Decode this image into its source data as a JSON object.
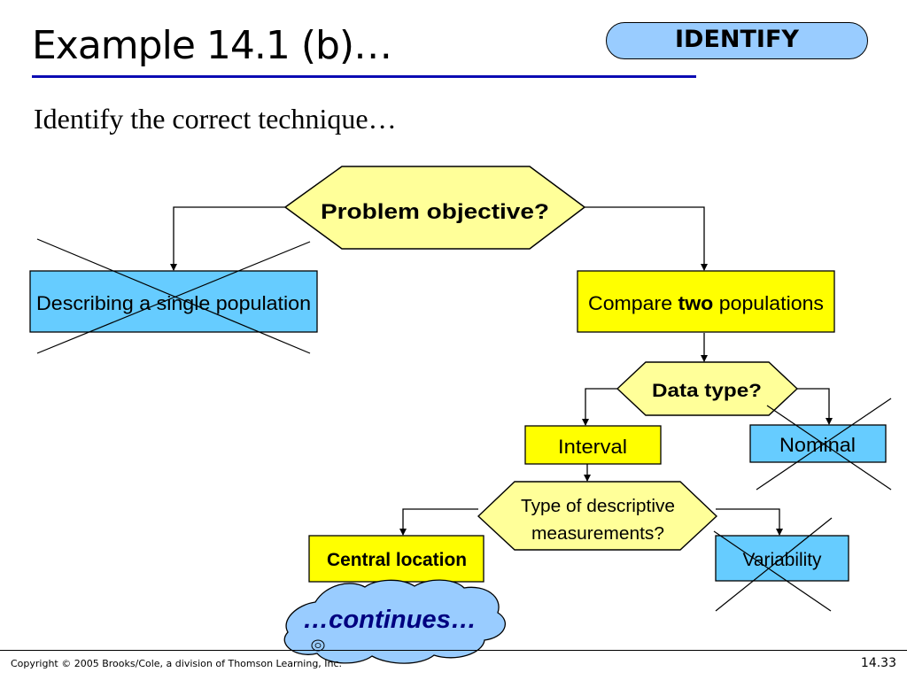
{
  "slide": {
    "title": "Example 14.1 (b)…",
    "badge": "IDENTIFY",
    "subtitle": "Identify the correct technique…"
  },
  "flowchart": {
    "problem_objective": "Problem objective?",
    "single_population": "Describing a single population",
    "compare_prefix": "Compare ",
    "compare_bold": "two",
    "compare_suffix": " populations",
    "data_type": "Data  type?",
    "interval": "Interval",
    "nominal": "Nominal",
    "descriptive_line1": "Type of descriptive",
    "descriptive_line2": "measurements?",
    "central_location": "Central location",
    "variability": "Variability",
    "continues": "…continues…"
  },
  "colors": {
    "decision_fill": "#ffff99",
    "yellow_box": "#ffff00",
    "blue_box": "#66ccff",
    "badge_fill": "#99ccff",
    "title_rule": "#0b0bb3",
    "cloud_fill": "#99ccff"
  },
  "footer": {
    "copyright": "Copyright © 2005 Brooks/Cole, a division of Thomson Learning, Inc.",
    "page": "14.33"
  }
}
